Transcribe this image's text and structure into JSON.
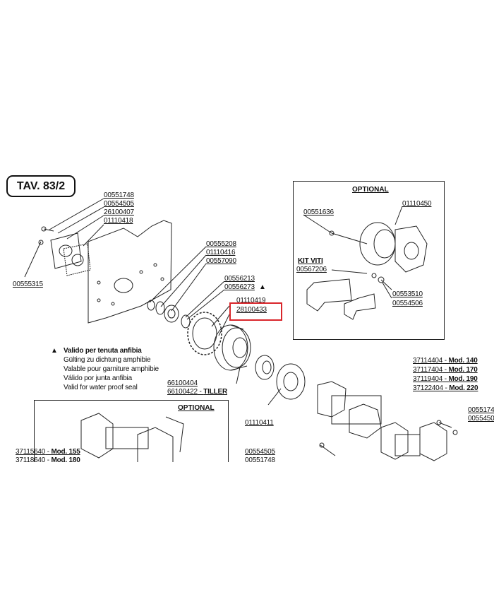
{
  "tav_label": "TAV. 83/2",
  "colors": {
    "highlight": "#d9262b",
    "line": "#222222"
  },
  "optional_top": {
    "title": "OPTIONAL",
    "kit_label": "KIT VITI",
    "parts": [
      "00551636",
      "01110450",
      "00567206",
      "00553510",
      "00554506"
    ]
  },
  "optional_bottom": {
    "title": "OPTIONAL",
    "models": [
      {
        "code": "37115640",
        "mod": "Mod. 155"
      },
      {
        "code": "37118640",
        "mod": "Mod. 180"
      }
    ]
  },
  "left_group": [
    "00551748",
    "00554505",
    "26100407",
    "01110418"
  ],
  "left_single": "00555315",
  "center_group": [
    "00555208",
    "01110416",
    "00557090"
  ],
  "seal_parts": [
    "00556213",
    "00556273"
  ],
  "seal_marker": "▲",
  "shaft_parts": [
    "01110419",
    "28100433"
  ],
  "highlighted_part": "28100433",
  "legend": {
    "marker": "▲",
    "lines": [
      "Valido per tenuta anfibia",
      "Gülting zu dichtung amphibie",
      "Valable pour garniture amphibie",
      "Válido por junta anfibia",
      "Valid for water proof seal"
    ]
  },
  "hub_parts": [
    {
      "code": "66100404",
      "suffix": ""
    },
    {
      "code": "66100422",
      "suffix": "TILLER"
    }
  ],
  "flange_part": "01110411",
  "right_models": [
    {
      "code": "37114404",
      "mod": "Mod. 140"
    },
    {
      "code": "37117404",
      "mod": "Mod. 170"
    },
    {
      "code": "37119404",
      "mod": "Mod. 190"
    },
    {
      "code": "37122404",
      "mod": "Mod. 220"
    }
  ],
  "bolt_parts_bottom": [
    "00554505",
    "00551748"
  ],
  "right_edge_parts": [
    "0055174",
    "0055450"
  ]
}
